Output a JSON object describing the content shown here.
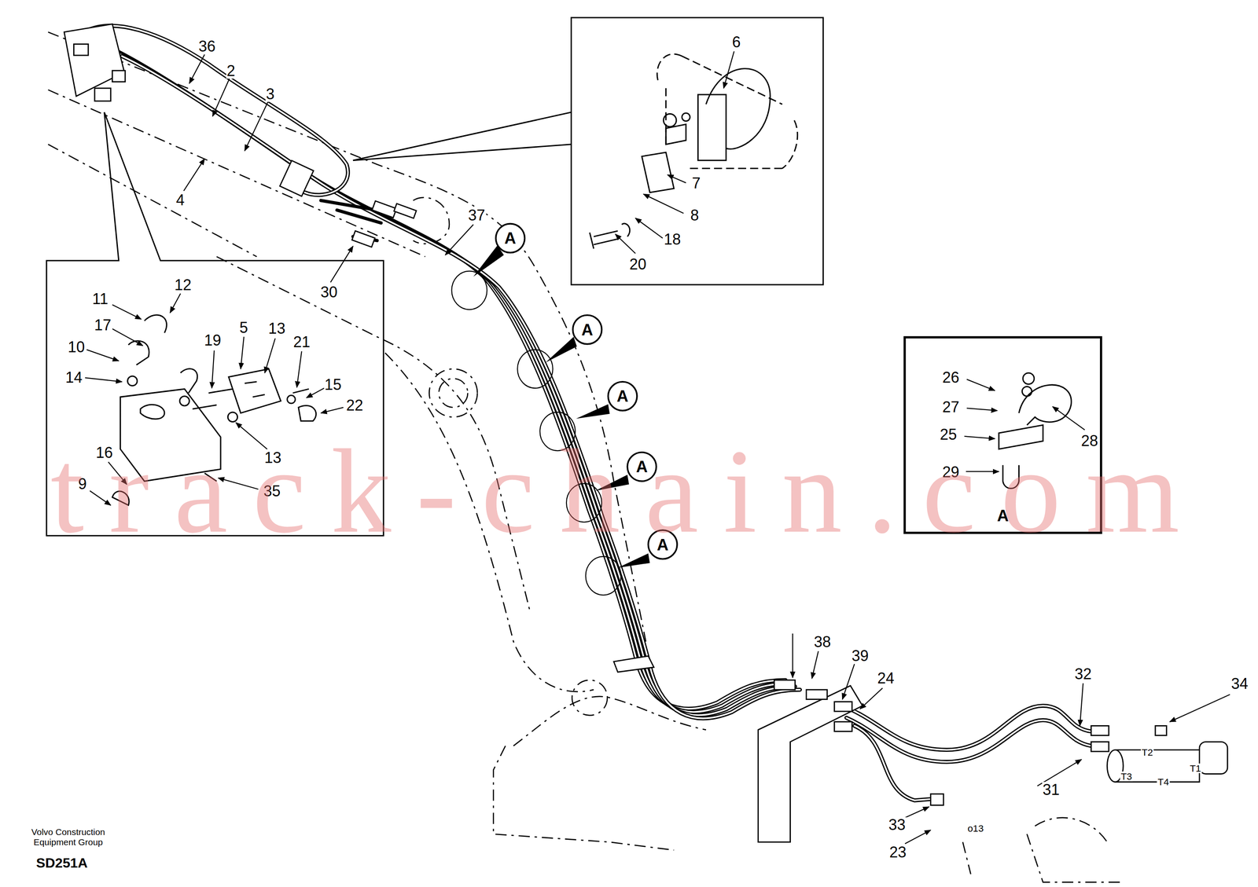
{
  "diagram": {
    "nodes": [
      {
        "text": [
          "A"
        ]
      },
      {
        "text": [
          "A"
        ]
      },
      {
        "text": [
          "A"
        ]
      },
      {
        "text": [
          "A"
        ]
      },
      {
        "text": [
          "A"
        ]
      },
      {
        "text": [
          "A"
        ]
      }
    ],
    "labels": [
      "36",
      "2",
      "3",
      "4",
      "6",
      "7",
      "8",
      "18",
      "20",
      "30",
      "37",
      "11",
      "12",
      "17",
      "10",
      "14",
      "19",
      "5",
      "13",
      "21",
      "15",
      "22",
      "13",
      "16",
      "9",
      "35",
      "26",
      "27",
      "25",
      "28",
      "29",
      "38",
      "39",
      "24",
      "32",
      "34",
      "31",
      "33",
      "23",
      "T2",
      "T3",
      "T4",
      "T1",
      "o13",
      "Volvo Construction Equipment Group",
      "SD251A",
      "track-chain.com"
    ]
  }
}
